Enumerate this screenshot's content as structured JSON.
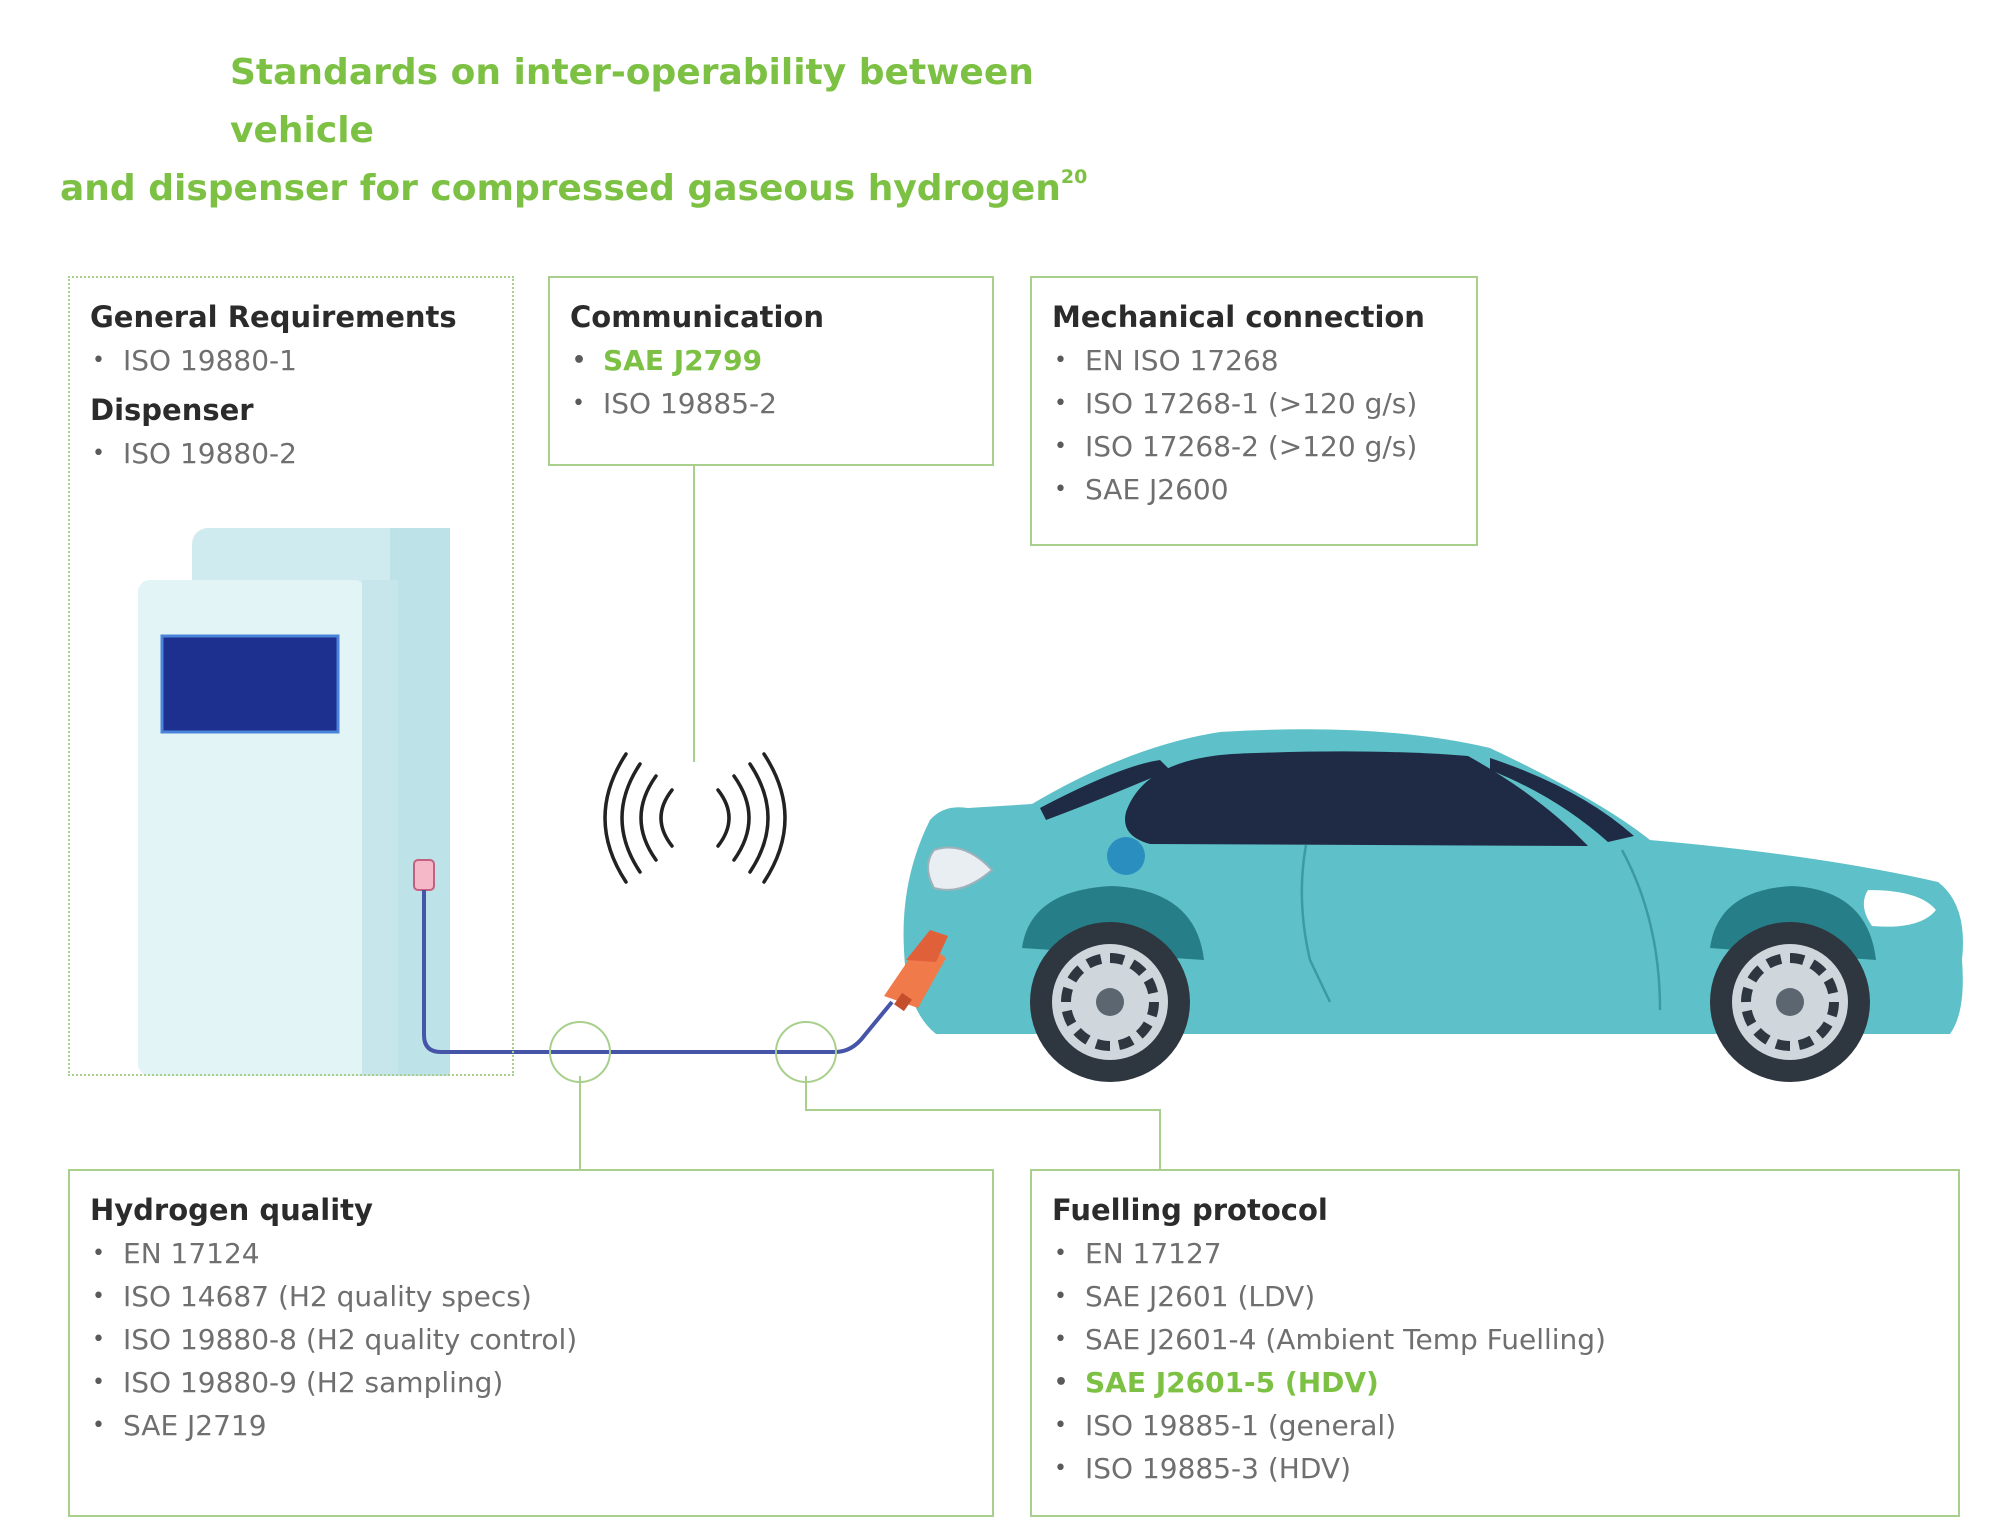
{
  "title": {
    "line1": "Standards on inter-operability between vehicle",
    "line2": "and dispenser for compressed gaseous hydrogen",
    "footnote": "20"
  },
  "colors": {
    "accent_green": "#7cc143",
    "box_border": "#a8cf8c",
    "car_body": "#5ec0c8",
    "dispenser": "#d6eef2",
    "screen": "#1d2f8f",
    "nozzle": "#f07a4a"
  },
  "general_box": {
    "heading1": "General Requirements",
    "items1": [
      "ISO 19880-1"
    ],
    "heading2": "Dispenser",
    "items2": [
      "ISO 19880-2"
    ]
  },
  "communication": {
    "heading": "Communication",
    "items": [
      {
        "text": "SAE J2799",
        "highlight": true
      },
      {
        "text": "ISO 19885-2",
        "highlight": false
      }
    ]
  },
  "mechanical": {
    "heading": "Mechanical connection",
    "items": [
      "EN ISO 17268",
      "ISO 17268-1 (>120 g/s)",
      "ISO 17268-2 (>120 g/s)",
      "SAE J2600"
    ]
  },
  "hydrogen_quality": {
    "heading": "Hydrogen quality",
    "items": [
      "EN 17124",
      "ISO 14687 (H2 quality specs)",
      "ISO 19880-8  (H2 quality control)",
      "ISO 19880-9  (H2 sampling)",
      "SAE J2719"
    ]
  },
  "fuelling": {
    "heading": "Fuelling protocol",
    "items": [
      {
        "text": "EN 17127",
        "highlight": false
      },
      {
        "text": "SAE J2601 (LDV)",
        "highlight": false
      },
      {
        "text": "SAE J2601-4 (Ambient Temp Fuelling)",
        "highlight": false
      },
      {
        "text": "SAE J2601-5 (HDV)",
        "highlight": true
      },
      {
        "text": "ISO 19885-1 (general)",
        "highlight": false
      },
      {
        "text": "ISO 19885-3 (HDV)",
        "highlight": false
      }
    ]
  },
  "icons": {
    "dispenser": "fuel-dispenser-icon",
    "car": "car-icon",
    "wireless": "wireless-signal-icon",
    "nozzle": "nozzle-icon"
  }
}
